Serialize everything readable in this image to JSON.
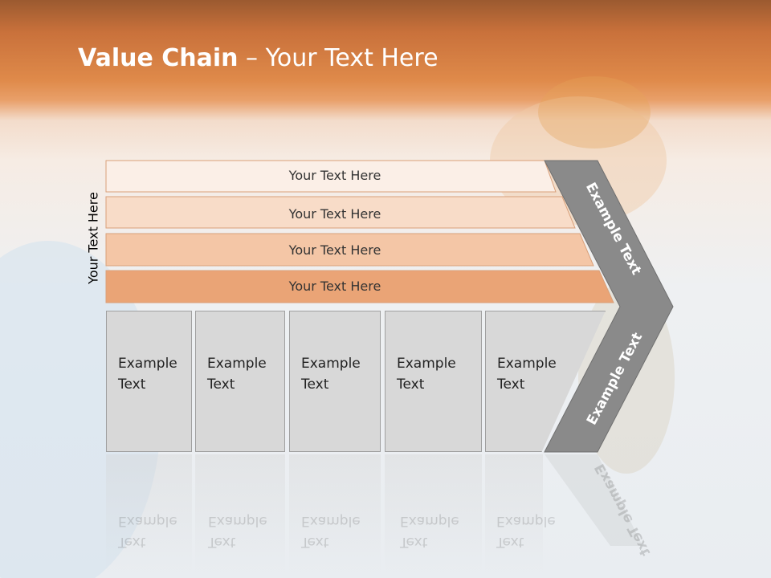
{
  "title": {
    "bold": "Value Chain",
    "rest": " – Your Text Here"
  },
  "side_label": "Your Text Here",
  "bands": [
    {
      "label": "Your Text Here",
      "color": "#fbefe7"
    },
    {
      "label": "Your Text Here",
      "color": "#f8dcc8"
    },
    {
      "label": "Your Text Here",
      "color": "#f4c6a6"
    },
    {
      "label": "Your Text Here",
      "color": "#eaa476"
    }
  ],
  "boxes": [
    {
      "line1": "Example",
      "line2": "Text"
    },
    {
      "line1": "Example",
      "line2": "Text"
    },
    {
      "line1": "Example",
      "line2": "Text"
    },
    {
      "line1": "Example",
      "line2": "Text"
    },
    {
      "line1": "Example",
      "line2": "Text"
    }
  ],
  "arrow": {
    "upper": "Example Text",
    "lower": "Example Text",
    "color": "#8a8a8a"
  }
}
